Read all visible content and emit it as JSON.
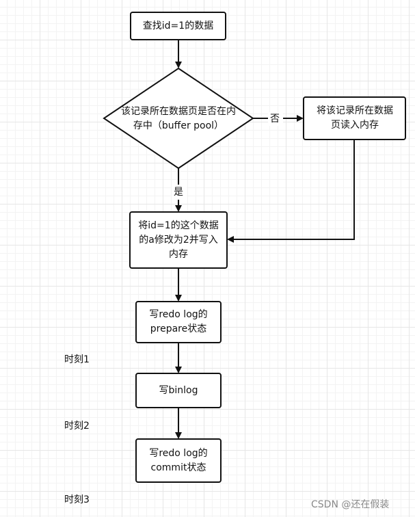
{
  "diagram": {
    "nodes": {
      "find": "查找id=1的数据",
      "check": "该记录所在数据页是否在内存中（buffer pool）",
      "load": "将该记录所在数据页读入内存",
      "modify": "将id=1的这个数据的a修改为2并写入内存",
      "prepare": "写redo log的prepare状态",
      "binlog": "写binlog",
      "commit": "写redo log的commit状态"
    },
    "edge_labels": {
      "no": "否",
      "yes": "是"
    },
    "time_labels": [
      "时刻1",
      "时刻2",
      "时刻3"
    ]
  },
  "watermark": "CSDN @还在假装",
  "colors": {
    "stroke": "#111111",
    "fill": "#ffffff",
    "grid": "#e6e6e6"
  }
}
